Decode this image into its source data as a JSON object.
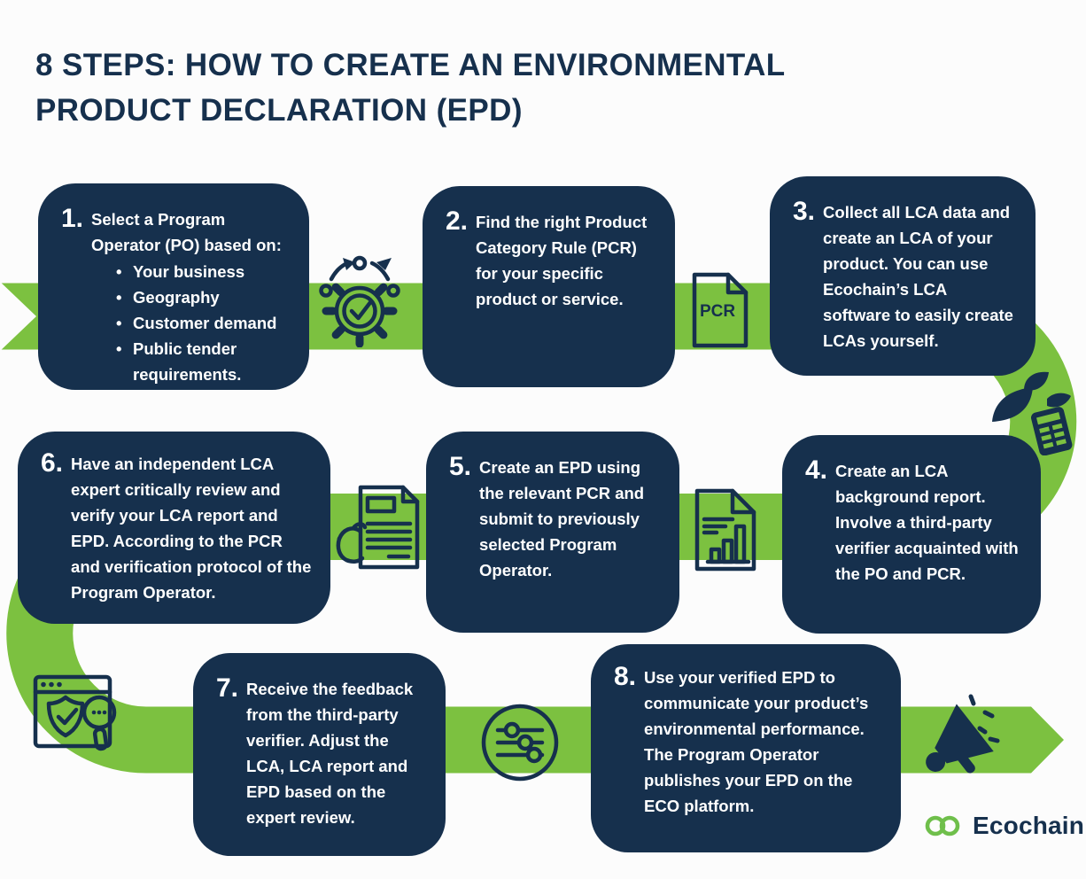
{
  "title": {
    "line1": "8 STEPS: HOW TO CREATE AN ENVIRONMENTAL",
    "line2": "PRODUCT DECLARATION (EPD)"
  },
  "colors": {
    "navy": "#16304d",
    "green": "#7cc140",
    "logo_green": "#6fbf4b",
    "text_on_card": "#ffffff"
  },
  "steps": [
    {
      "number": "1.",
      "text": "Select a Program Operator (PO) based on:",
      "bullets": [
        "Your business",
        "Geography",
        "Customer demand",
        "Public tender requirements."
      ]
    },
    {
      "number": "2.",
      "text": "Find the right Product Category Rule (PCR) for your specific product or service."
    },
    {
      "number": "3.",
      "text": "Collect all LCA data and create an LCA of your product. You can use Ecochain’s LCA software to easily create LCAs yourself."
    },
    {
      "number": "4.",
      "text": "Create an LCA background report. Involve a third-party verifier acquainted with the PO and PCR."
    },
    {
      "number": "5.",
      "text": "Create an EPD using the relevant PCR and submit to previously selected Program Operator."
    },
    {
      "number": "6.",
      "text": "Have an independent LCA expert critically review and verify your LCA report and EPD. According to the PCR and verification protocol of the Program Operator."
    },
    {
      "number": "7.",
      "text": "Receive the feedback from the third-party verifier. Adjust the LCA, LCA report and EPD based on the expert review."
    },
    {
      "number": "8.",
      "text": "Use your verified EPD to communicate your product’s environmental performance. The Program Operator publishes your EPD on the ECO platform."
    }
  ],
  "icons": {
    "pcr_label": "PCR",
    "names": [
      "gear-check-icon",
      "pcr-document-icon",
      "leaf-calculator-icon",
      "report-chart-icon",
      "hand-document-icon",
      "shield-verify-icon",
      "sliders-icon",
      "megaphone-icon"
    ]
  },
  "logo": {
    "name": "Ecochain"
  }
}
